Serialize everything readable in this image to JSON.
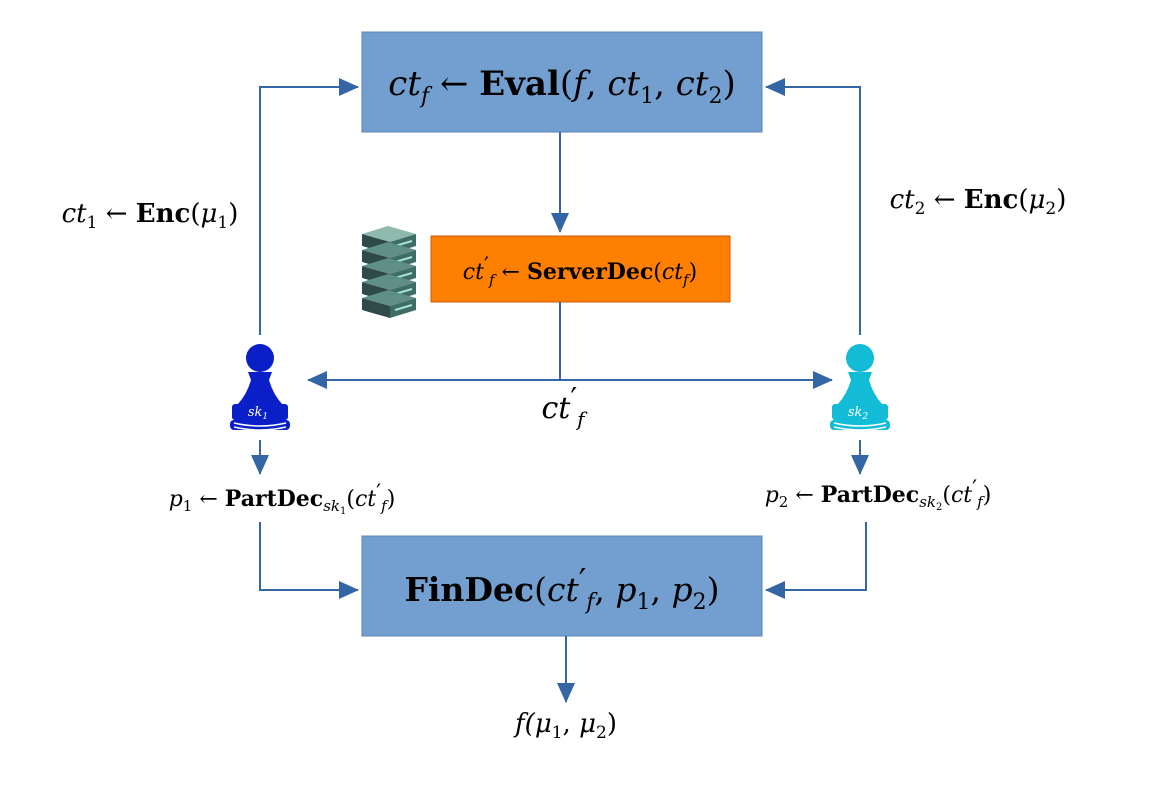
{
  "eval_box": {
    "lhs": "ct",
    "lhs_sub": "f",
    "arrow": " ← ",
    "fn": "Eval",
    "args_open": "(",
    "arg_f": "f",
    "sep1": ", ",
    "arg1": "ct",
    "arg1_sub": "1",
    "sep2": ", ",
    "arg2": "ct",
    "arg2_sub": "2",
    "args_close": ")"
  },
  "server_box": {
    "lhs": "ct",
    "lhs_prime": "′",
    "lhs_sub": "f",
    "arrow": " ← ",
    "fn": "ServerDec",
    "open": "(",
    "arg": "ct",
    "arg_sub": "f",
    "close": ")"
  },
  "findec_box": {
    "fn": "FinDec",
    "open": "(",
    "a1": "ct",
    "a1_prime": "′",
    "a1_sub": "f",
    "sep1": ", ",
    "a2": "p",
    "a2_sub": "1",
    "sep2": ", ",
    "a3": "p",
    "a3_sub": "2",
    "close": ")"
  },
  "enc1": {
    "lhs": "ct",
    "lhs_sub": "1",
    "arrow": " ← ",
    "fn": "Enc",
    "open": "(",
    "arg": "μ",
    "arg_sub": "1",
    "close": ")"
  },
  "enc2": {
    "lhs": "ct",
    "lhs_sub": "2",
    "arrow": " ← ",
    "fn": "Enc",
    "open": "(",
    "arg": "μ",
    "arg_sub": "2",
    "close": ")"
  },
  "partdec1": {
    "lhs": "p",
    "lhs_sub": "1",
    "arrow": " ← ",
    "fn": "PartDec",
    "fn_sub": "sk",
    "fn_subsub": "1",
    "open": "(",
    "arg": "ct",
    "arg_prime": "′",
    "arg_sub": "f",
    "close": ")"
  },
  "partdec2": {
    "lhs": "p",
    "lhs_sub": "2",
    "arrow": " ← ",
    "fn": "PartDec",
    "fn_sub": "sk",
    "fn_subsub": "2",
    "open": "(",
    "arg": "ct",
    "arg_prime": "′",
    "arg_sub": "f",
    "close": ")"
  },
  "broadcast": {
    "base": "ct",
    "prime": "′",
    "sub": "f"
  },
  "output": {
    "open": "f(",
    "a1": "μ",
    "a1_sub": "1",
    "sep": ", ",
    "a2": "μ",
    "a2_sub": "2",
    "close": ")"
  },
  "party1": {
    "key": "sk",
    "key_sub": "1",
    "color": "#0a1fc8"
  },
  "party2": {
    "key": "sk",
    "key_sub": "2",
    "color": "#12bcd6"
  },
  "colors": {
    "box_blue": "#729fcf",
    "box_orange": "#ff7f00",
    "arrow": "#3465a4"
  }
}
